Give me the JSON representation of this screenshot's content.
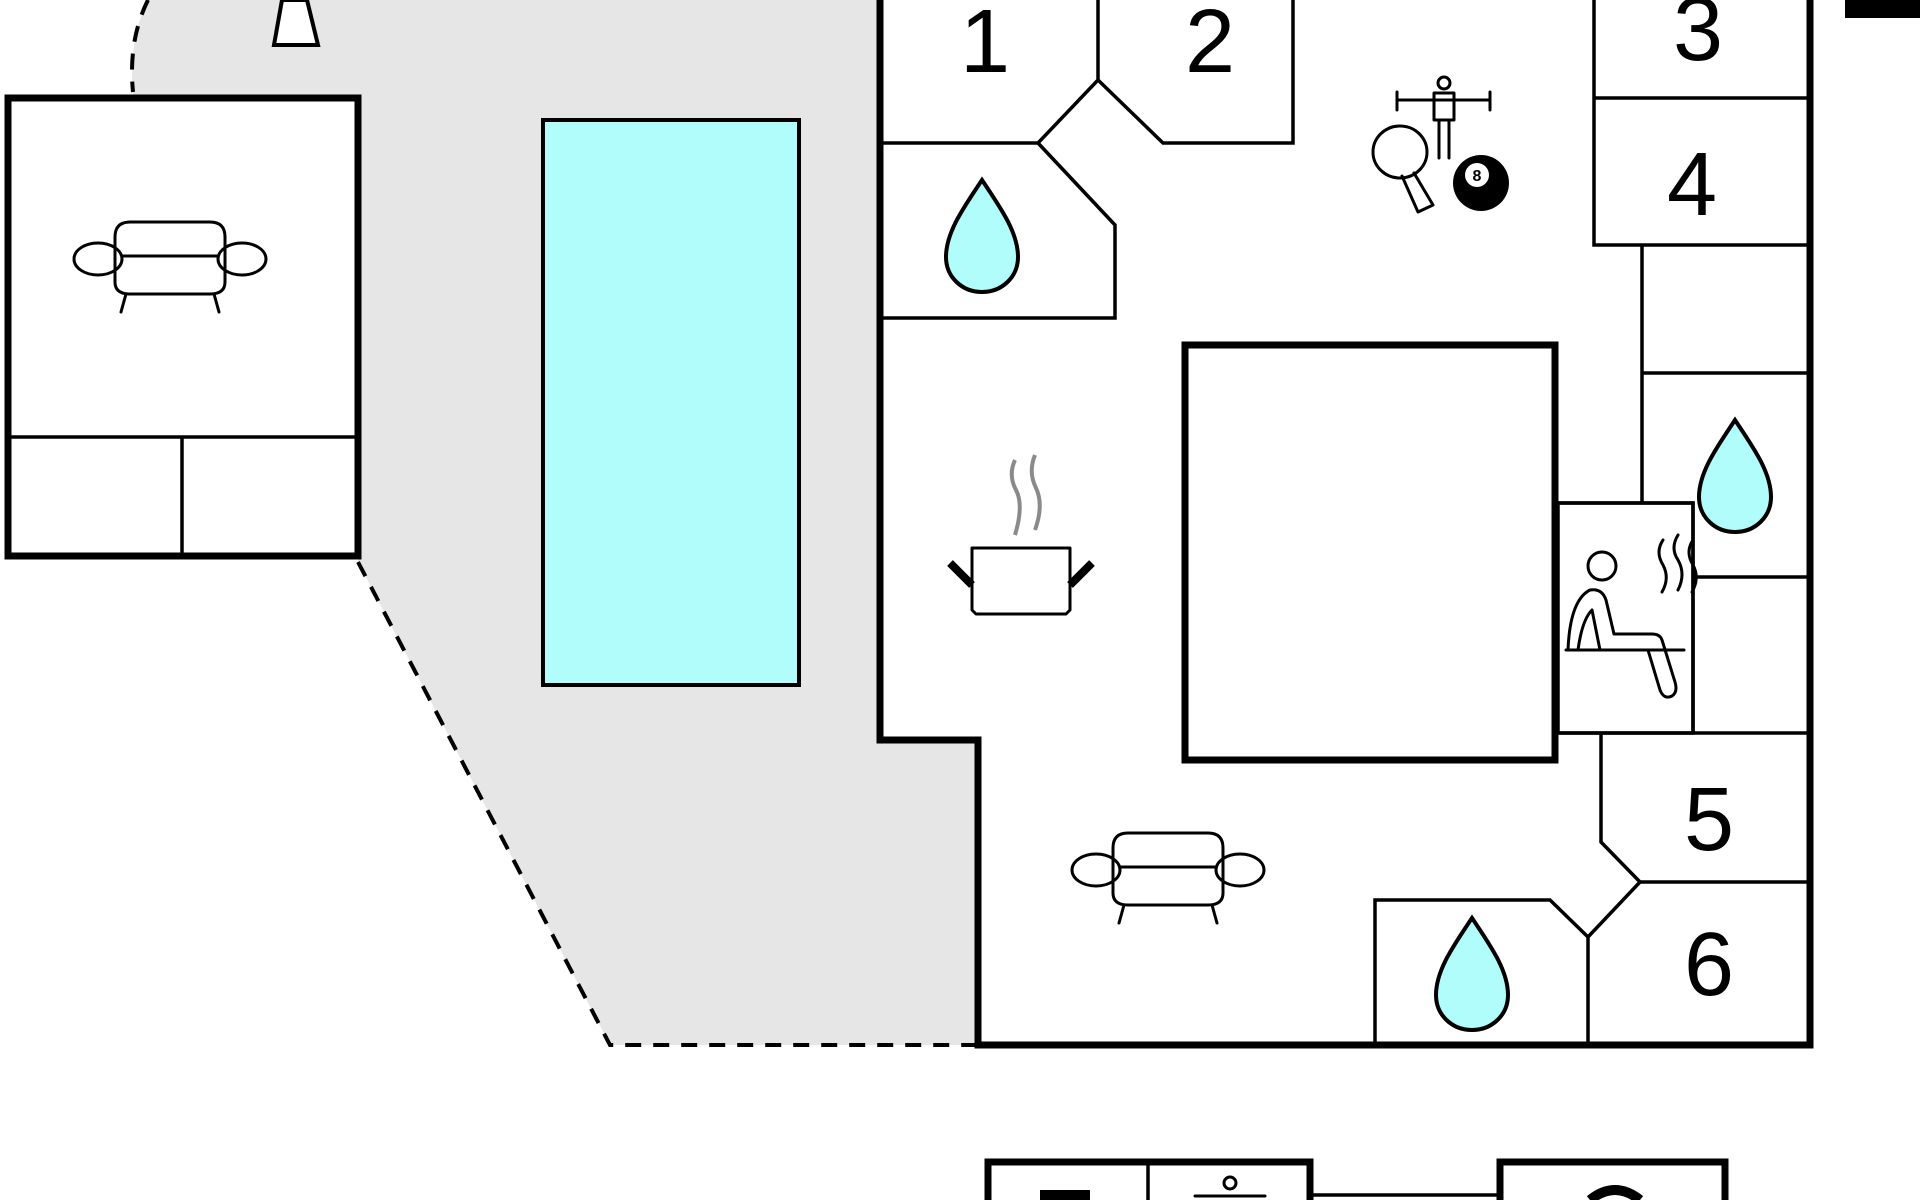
{
  "colors": {
    "pool": "#b1fdfb",
    "terrace": "#e6e6e6",
    "court": "#e6e6e6",
    "wall": "#000000",
    "steam": "#8a8a8a"
  },
  "room_labels": [
    "1",
    "2",
    "3",
    "4",
    "5",
    "6"
  ],
  "billiard_ball": "8",
  "icons": [
    "sofa-icon",
    "water-drop-icon",
    "cooking-pot-icon",
    "sauna-icon",
    "table-football-icon",
    "table-tennis-icon",
    "billiard-ball-icon",
    "parasol-icon"
  ]
}
